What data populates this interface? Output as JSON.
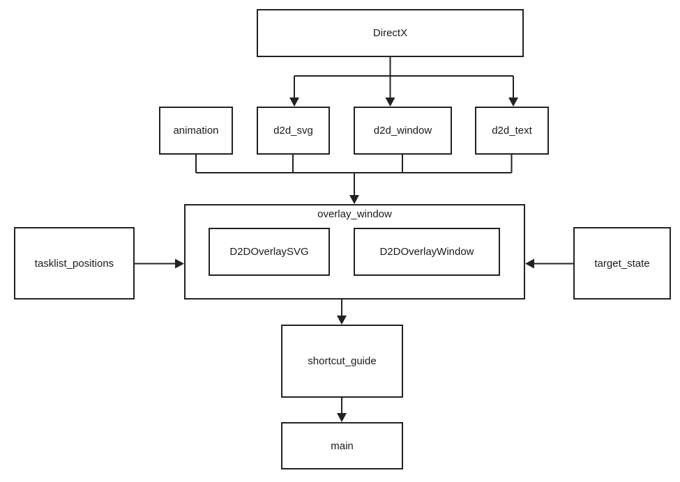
{
  "diagram": {
    "colors": {
      "background": "#ffffff",
      "line": "#222222",
      "text": "#1a1a1a"
    },
    "nodes": {
      "directx": {
        "label": "DirectX"
      },
      "animation": {
        "label": "animation"
      },
      "d2d_svg": {
        "label": "d2d_svg"
      },
      "d2d_window": {
        "label": "d2d_window"
      },
      "d2d_text": {
        "label": "d2d_text"
      },
      "overlay_window": {
        "label": "overlay_window"
      },
      "d2d_overlay_svg": {
        "label": "D2DOverlaySVG"
      },
      "d2d_overlay_window": {
        "label": "D2DOverlayWindow"
      },
      "tasklist_positions": {
        "label": "tasklist_positions"
      },
      "target_state": {
        "label": "target_state"
      },
      "shortcut_guide": {
        "label": "shortcut_guide"
      },
      "main": {
        "label": "main"
      }
    },
    "edges": [
      {
        "from": "DirectX",
        "to": "d2d_svg"
      },
      {
        "from": "DirectX",
        "to": "d2d_window"
      },
      {
        "from": "DirectX",
        "to": "d2d_text"
      },
      {
        "from": "animation",
        "to": "overlay_window"
      },
      {
        "from": "d2d_svg",
        "to": "overlay_window"
      },
      {
        "from": "d2d_window",
        "to": "overlay_window"
      },
      {
        "from": "d2d_text",
        "to": "overlay_window"
      },
      {
        "from": "tasklist_positions",
        "to": "overlay_window"
      },
      {
        "from": "target_state",
        "to": "overlay_window"
      },
      {
        "from": "overlay_window",
        "to": "shortcut_guide"
      },
      {
        "from": "shortcut_guide",
        "to": "main"
      }
    ]
  }
}
